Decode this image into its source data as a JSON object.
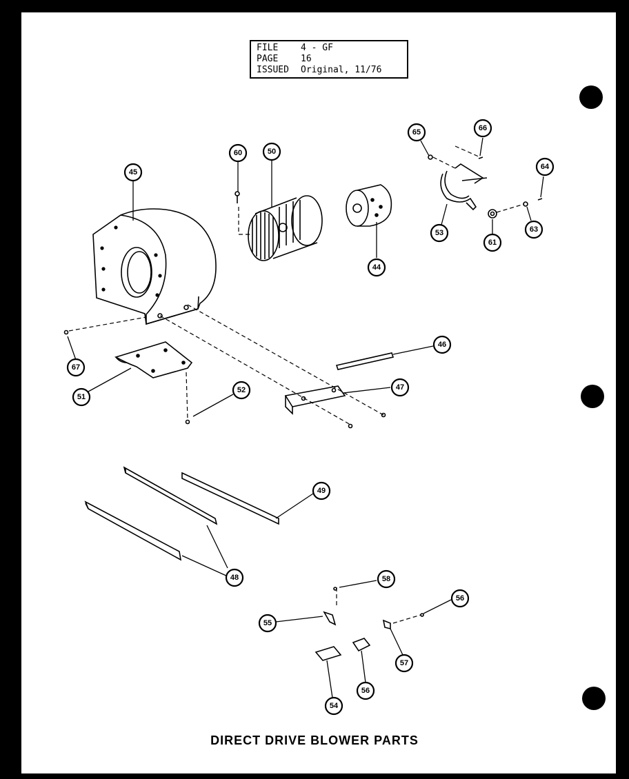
{
  "header": {
    "rows": [
      {
        "key": "FILE",
        "value": "4 - GF"
      },
      {
        "key": "PAGE",
        "value": "16"
      },
      {
        "key": "ISSUED",
        "value": "Original, 11/76"
      }
    ]
  },
  "title": "DIRECT DRIVE BLOWER PARTS",
  "callouts": {
    "c45": "45",
    "c60": "60",
    "c50": "50",
    "c44": "44",
    "c65": "65",
    "c66": "66",
    "c64": "64",
    "c53": "53",
    "c61": "61",
    "c63": "63",
    "c67": "67",
    "c51": "51",
    "c52": "52",
    "c46": "46",
    "c47": "47",
    "c49": "49",
    "c48": "48",
    "c58": "58",
    "c55": "55",
    "c56": "56",
    "c57": "57",
    "c54": "54",
    "c56b": "56"
  }
}
